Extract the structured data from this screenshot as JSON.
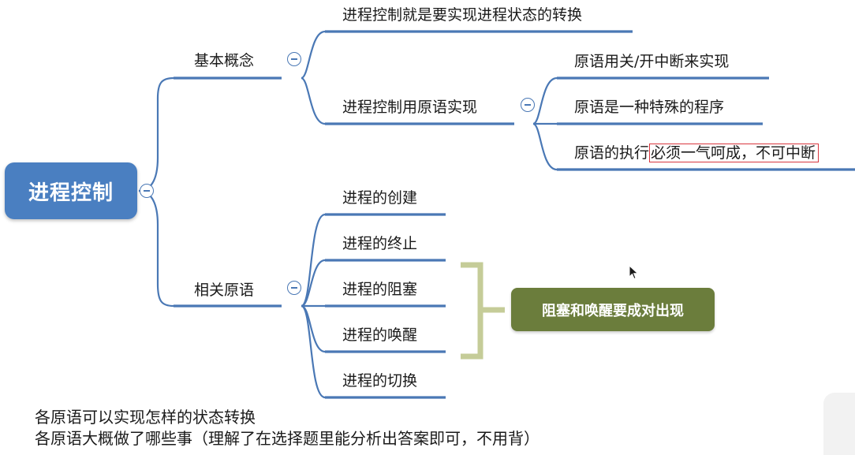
{
  "root": {
    "label": "进程控制"
  },
  "branches": {
    "basic_concept": {
      "label": "基本概念",
      "items": {
        "state_transition": "进程控制就是要实现进程状态的转换",
        "primitive_impl": {
          "label": "进程控制用原语实现",
          "children": {
            "interrupt": "原语用关/开中断来实现",
            "special_program": "原语是一种特殊的程序",
            "atomic_prefix": "原语的执行",
            "atomic_highlight": "必须一气呵成，不可中断"
          }
        }
      }
    },
    "related_primitives": {
      "label": "相关原语",
      "items": [
        "进程的创建",
        "进程的终止",
        "进程的阻塞",
        "进程的唤醒",
        "进程的切换"
      ]
    }
  },
  "callout": {
    "label": "阻塞和唤醒要成对出现"
  },
  "notes": [
    "各原语可以实现怎样的状态转换",
    "各原语大概做了哪些事（理解了在选择题里能分析出答案即可，不用背）"
  ],
  "colors": {
    "root_fill": "#4a7fc1",
    "connector": "#4a78b5",
    "callout_fill": "#6b7d3c",
    "bracket": "#c5cc98",
    "highlight_border": "#d9363e"
  }
}
